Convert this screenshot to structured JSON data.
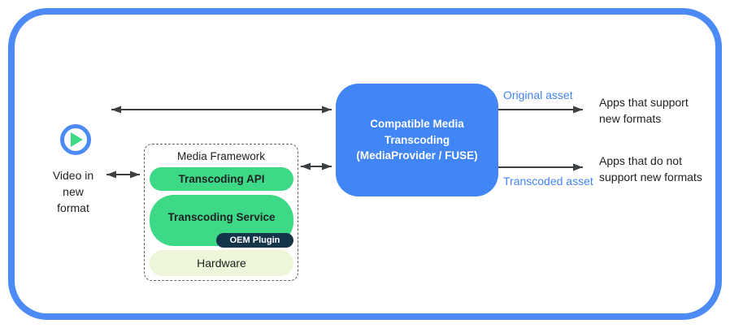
{
  "diagram": {
    "source": {
      "icon": "play-icon",
      "label": "Video in\nnew\nformat"
    },
    "media_framework": {
      "title": "Media Framework",
      "layers": [
        {
          "label": "Transcoding API"
        },
        {
          "label": "Transcoding Service",
          "plugin": "OEM Plugin"
        },
        {
          "label": "Hardware"
        }
      ]
    },
    "transcoding_box": {
      "label": "Compatible Media\nTranscoding\n(MediaProvider / FUSE)"
    },
    "outputs": [
      {
        "asset_label": "Original asset",
        "target": "Apps that support\nnew formats"
      },
      {
        "asset_label": "Transcoded asset",
        "target": "Apps that do not\nsupport new formats"
      }
    ],
    "icons": {
      "play_icon": "▶"
    },
    "colors": {
      "frame_blue": "#4c8bf5",
      "box_blue": "#4285f4",
      "pill_green": "#3ed987",
      "oem_dark_navy": "#14344a",
      "hardware_light_green": "#edf6d8",
      "arrow_gray": "#3c4043",
      "asset_label_blue": "#4285f4",
      "text_black": "#202124"
    }
  }
}
